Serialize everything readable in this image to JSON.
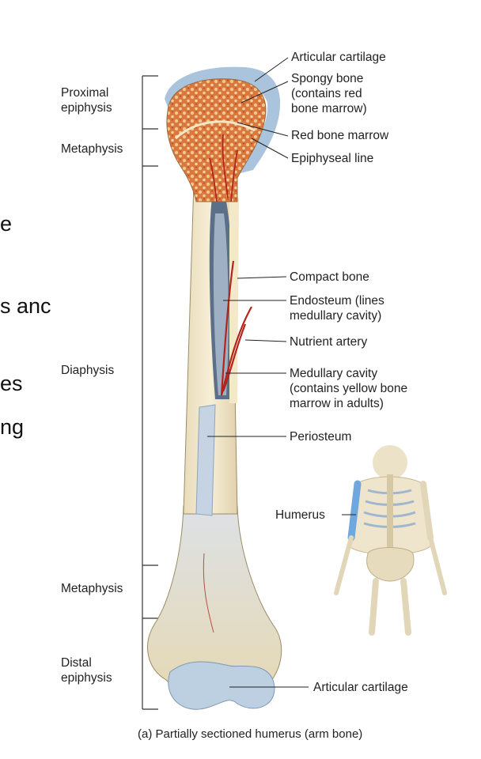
{
  "left_text_fragments": [
    "e",
    "s anc",
    "es",
    "ng"
  ],
  "side_labels": {
    "proximal_epiphysis": "Proximal\nepiphysis",
    "metaphysis_top": "Metaphysis",
    "diaphysis": "Diaphysis",
    "metaphysis_bottom": "Metaphysis",
    "distal_epiphysis": "Distal\nepiphysis"
  },
  "labels": {
    "articular_cartilage_top": "Articular cartilage",
    "spongy_bone": "Spongy  bone\n(contains red\nbone marrow)",
    "red_bone_marrow": "Red bone marrow",
    "epiphyseal_line": "Epiphyseal line",
    "compact_bone": "Compact bone",
    "endosteum": "Endosteum (lines\nmedullary cavity)",
    "nutrient_artery": "Nutrient artery",
    "medullary_cavity": "Medullary cavity\n(contains yellow bone\nmarrow in adults)",
    "periosteum": "Periosteum",
    "humerus": "Humerus",
    "articular_cartilage_bottom": "Articular cartilage"
  },
  "caption": "(a) Partially sectioned humerus (arm bone)",
  "colors": {
    "cartilage": "#a9c4dc",
    "spongy": "#d9773d",
    "marrow_red": "#b5231c",
    "compact": "#efe2c0",
    "shaft": "#d8dde3",
    "periosteum": "#bfcfe0",
    "distal": "#e6dcc0"
  }
}
